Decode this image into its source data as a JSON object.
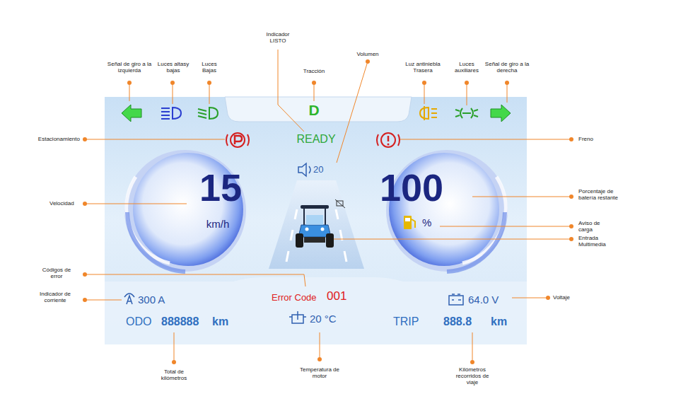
{
  "diagram": {
    "labels": [
      "Indicador LISTO",
      "Volumen",
      "Señal de giro a la izquierda",
      "Luces altasy bajas",
      "Luces Bajas",
      "Tracción",
      "Luz antiniebla Trasera",
      "Luces auxiliares",
      "Señal de giro a la derecha",
      "Estacionamiento",
      "Freno",
      "Velocidad",
      "Porcentaje de batería restante",
      "Aviso de carga",
      "Entrada Multimedia",
      "Códigos de error",
      "Indicador de corriente",
      "Voltaje",
      "Total de kilómetros",
      "Temperatura de motor",
      "Kilómetros recorridos de viaje",
      "D",
      "READY",
      "20",
      "15",
      "km/h",
      "100",
      "%",
      "300 A",
      "Error Code",
      "001",
      "64.0 V",
      "ODO",
      "888888",
      "km",
      "20 °C",
      "TRIP",
      "888.8",
      "km"
    ]
  }
}
